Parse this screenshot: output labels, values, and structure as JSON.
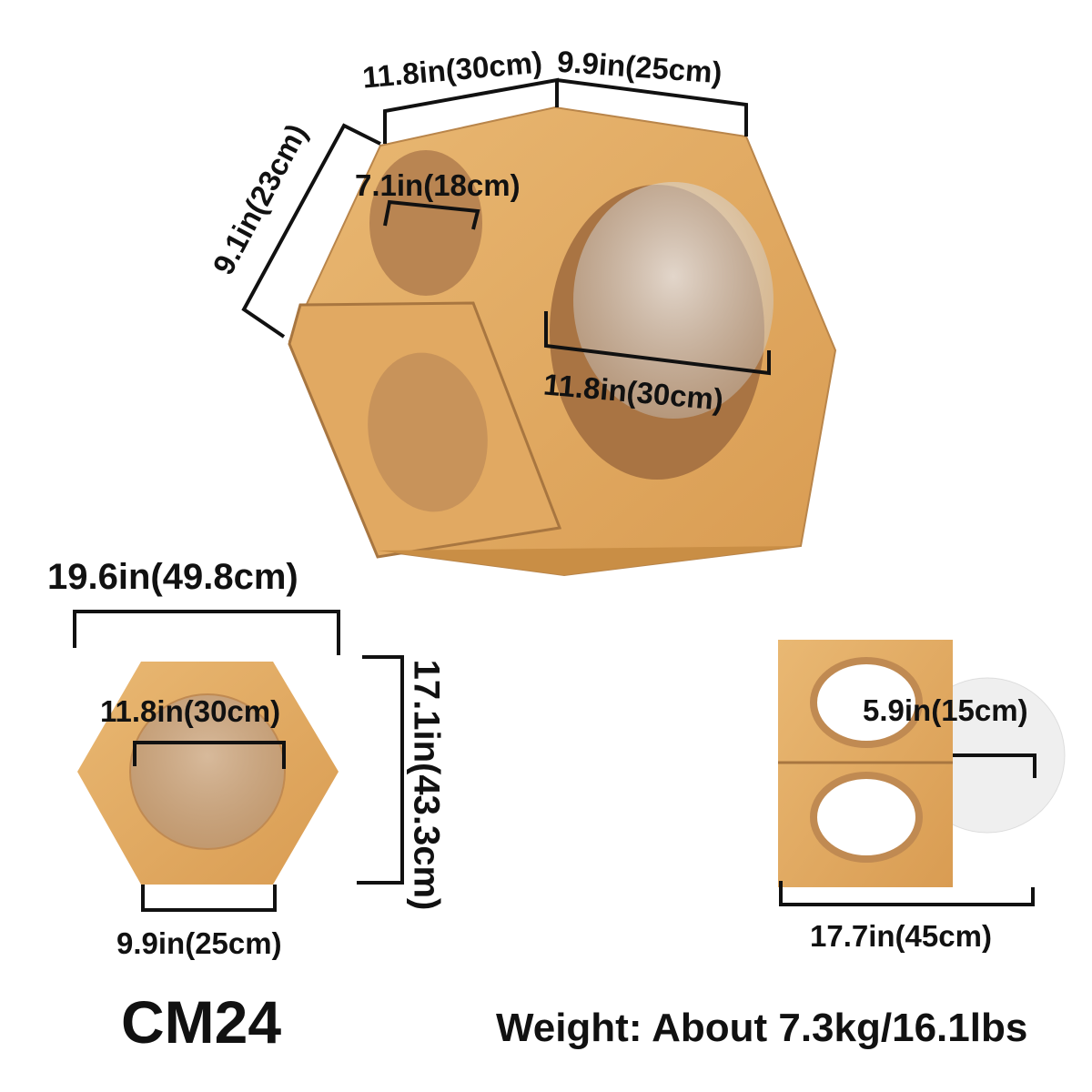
{
  "product_code": "CM24",
  "weight": "Weight: About 7.3kg/16.1lbs",
  "colors": {
    "wood": "#dfa860",
    "wood_dark": "#c98e45",
    "hole": "#b98552",
    "line": "#111111"
  },
  "main_view": {
    "top_left_edge": "11.8in(30cm)",
    "top_right_edge": "9.9in(25cm)",
    "side_edge": "9.1in(23cm)",
    "small_hole": "7.1in(18cm)",
    "bubble": "11.8in(30cm)"
  },
  "front_view": {
    "width": "19.6in(49.8cm)",
    "height": "17.1in(43.3cm)",
    "bubble": "11.8in(30cm)",
    "bottom_edge": "9.9in(25cm)"
  },
  "side_view": {
    "bubble_depth": "5.9in(15cm)",
    "depth": "17.7in(45cm)"
  }
}
